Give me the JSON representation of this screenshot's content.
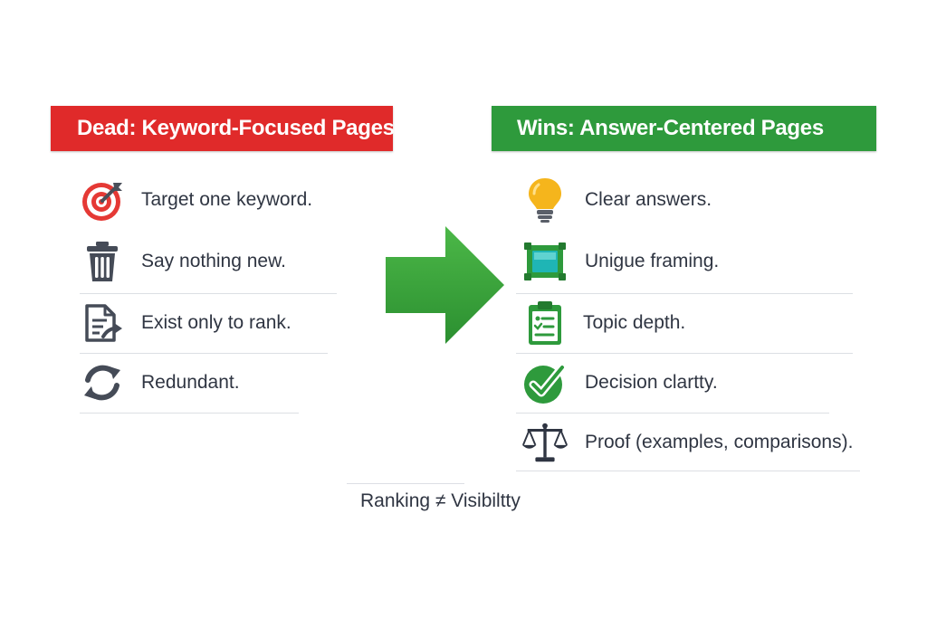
{
  "colors": {
    "dead": "#e02a2a",
    "wins": "#2e9a3c",
    "arrow": "#3aa23a"
  },
  "left": {
    "title": "Dead: Keyword-Focused Pages",
    "items": [
      {
        "label": "Target one keyword.",
        "icon": "target-icon"
      },
      {
        "label": "Say nothing new.",
        "icon": "trash-icon"
      },
      {
        "label": "Exist only to rank.",
        "icon": "document-arrow-icon"
      },
      {
        "label": "Redundant.",
        "icon": "refresh-icon"
      }
    ]
  },
  "right": {
    "title": "Wins: Answer-Centered Pages",
    "items": [
      {
        "label": "Clear answers.",
        "icon": "lightbulb-icon"
      },
      {
        "label": "Unigue framing.",
        "icon": "frame-icon"
      },
      {
        "label": "Topic depth.",
        "icon": "clipboard-icon"
      },
      {
        "label": "Decision clartty.",
        "icon": "checkmark-icon"
      },
      {
        "label": "Proof (examples, comparisons).",
        "icon": "scales-icon"
      }
    ]
  },
  "footer": {
    "text": "Ranking ≠ Visibiltty"
  }
}
